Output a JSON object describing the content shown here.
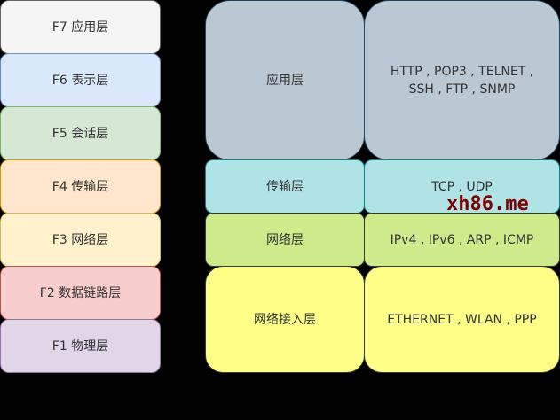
{
  "osi_layers": [
    {
      "label": "F7 应用层",
      "fill": "#f5f5f5",
      "stroke": "#666666"
    },
    {
      "label": "F6 表示层",
      "fill": "#dae8fc",
      "stroke": "#6c8ebf"
    },
    {
      "label": "F5 会话层",
      "fill": "#d5e8d4",
      "stroke": "#82b366"
    },
    {
      "label": "F4 传输层",
      "fill": "#ffe6cc",
      "stroke": "#d79b00"
    },
    {
      "label": "F3 网络层",
      "fill": "#fff2cc",
      "stroke": "#d6b656"
    },
    {
      "label": "F2 数据链路层",
      "fill": "#f8cecc",
      "stroke": "#b85450"
    },
    {
      "label": "F1 物理层",
      "fill": "#e1d5e7",
      "stroke": "#9673a6"
    }
  ],
  "tcpip_layers": [
    {
      "name": "应用层",
      "protocols": "HTTP , POP3 , TELNET , SSH , FTP , SNMP",
      "fill": "#bac8d3",
      "stroke": "#23445d"
    },
    {
      "name": "传输层",
      "protocols": "TCP , UDP",
      "fill": "#b0e3e6",
      "stroke": "#0e8088"
    },
    {
      "name": "网络层",
      "protocols": "IPv4 , IPv6 , ARP , ICMP",
      "fill": "#cdeb8b",
      "stroke": "#36393d"
    },
    {
      "name": "网络接入层",
      "protocols": "ETHERNET , WLAN , PPP",
      "fill": "#ffff88",
      "stroke": "#36393d"
    }
  ],
  "watermark": {
    "text": "xh86.me",
    "color": "#800000"
  }
}
